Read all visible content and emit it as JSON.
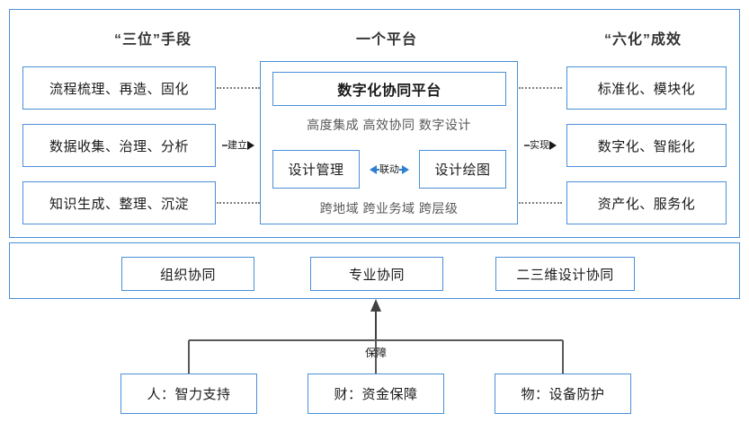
{
  "diagram": {
    "title_headers": [
      {
        "id": "means",
        "label": "“三位”手段"
      },
      {
        "id": "platform",
        "label": "一个平台"
      },
      {
        "id": "results",
        "label": "“六化”成效"
      }
    ],
    "left_column": {
      "items": [
        {
          "label": "流程梳理、再造、固化"
        },
        {
          "label": "数据收集、治理、分析"
        },
        {
          "label": "知识生成、整理、沉淀"
        }
      ]
    },
    "center_column": {
      "platform_box": {
        "label": "数字化协同平台"
      },
      "feature_top": "高度集成  高效协同  数字设计",
      "feature_bottom": "跨地域  跨业务域  跨层级",
      "sub_boxes": [
        {
          "label": "设计管理"
        },
        {
          "label": "设计绘图"
        }
      ],
      "link_label": "联动"
    },
    "right_column": {
      "items": [
        {
          "label": "标准化、模块化"
        },
        {
          "label": "数字化、智能化"
        },
        {
          "label": "资产化、服务化"
        }
      ]
    },
    "connectors": {
      "left_to_center_label": "建立",
      "center_to_right_label": "实现",
      "support_label": "保障"
    },
    "collaboration_row": {
      "items": [
        {
          "label": "组织协同"
        },
        {
          "label": "专业协同"
        },
        {
          "label": "二三维设计协同"
        }
      ]
    },
    "support_row": {
      "items": [
        {
          "label": "人：智力支持"
        },
        {
          "label": "财：资金保障"
        },
        {
          "label": "物：设备防护"
        }
      ]
    },
    "colors": {
      "frame_blue": "#4a90d9",
      "arrow_blue": "#2f7fd1",
      "gray_text": "#595959",
      "dark_text": "#1a1a1a",
      "connector_gray": "#595959",
      "background": "#ffffff"
    }
  }
}
